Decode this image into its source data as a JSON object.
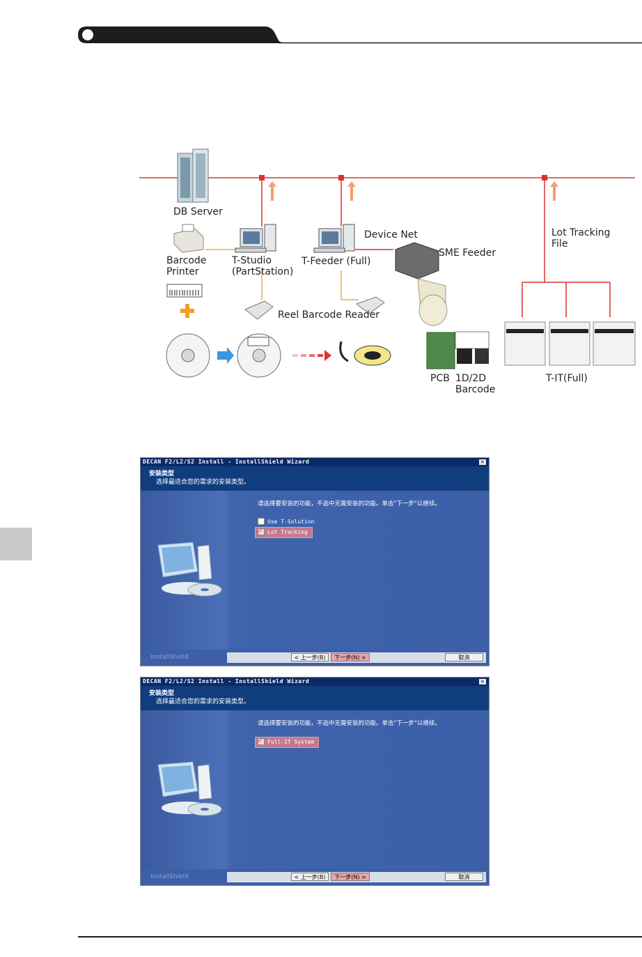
{
  "diagram": {
    "labels": {
      "db_server": "DB Server",
      "barcode_printer": "Barcode\nPrinter",
      "t_studio": "T-Studio\n(PartStation)",
      "t_feeder": "T-Feeder (Full)",
      "device_net": "Device Net",
      "sme_feeder": "SME Feeder",
      "lot_tracking_file": "Lot Tracking\nFile",
      "reel_barcode_reader": "Reel Barcode Reader",
      "pcb": "PCB",
      "barcode_1d2d": "1D/2D\nBarcode",
      "t_it_full": "T-IT(Full)"
    },
    "colors": {
      "network_line": "#e03030",
      "arrow": "#f0a070",
      "connector": "#e8b040",
      "plus": "#f0a020"
    }
  },
  "wizard1": {
    "title": "DECAN F2/L2/S2 Install - InstallShield Wizard",
    "close": "✕",
    "header_title": "安装类型",
    "header_subtitle": "选择最适合您的需求的安装类型。",
    "prompt": "请选择要安装的功能，不选中无需安装的功能。单击\"下一步\"以继续。",
    "options": [
      {
        "label": "Use T-Solution",
        "checked": false
      },
      {
        "label": "Lot Tracking",
        "checked": true
      }
    ],
    "brand": "InstallShield",
    "back": "< 上一步(B)",
    "next": "下一步(N) >",
    "cancel": "取消"
  },
  "wizard2": {
    "title": "DECAN F2/L2/S2 Install - InstallShield Wizard",
    "close": "✕",
    "header_title": "安装类型",
    "header_subtitle": "选择最适合您的需求的安装类型。",
    "prompt": "请选择要安装的功能，不选中无需安装的功能。单击\"下一步\"以继续。",
    "options": [
      {
        "label": "Full-IT System",
        "checked": true
      }
    ],
    "brand": "InstallShield",
    "back": "< 上一步(B)",
    "next": "下一步(N) >",
    "cancel": "取消"
  }
}
